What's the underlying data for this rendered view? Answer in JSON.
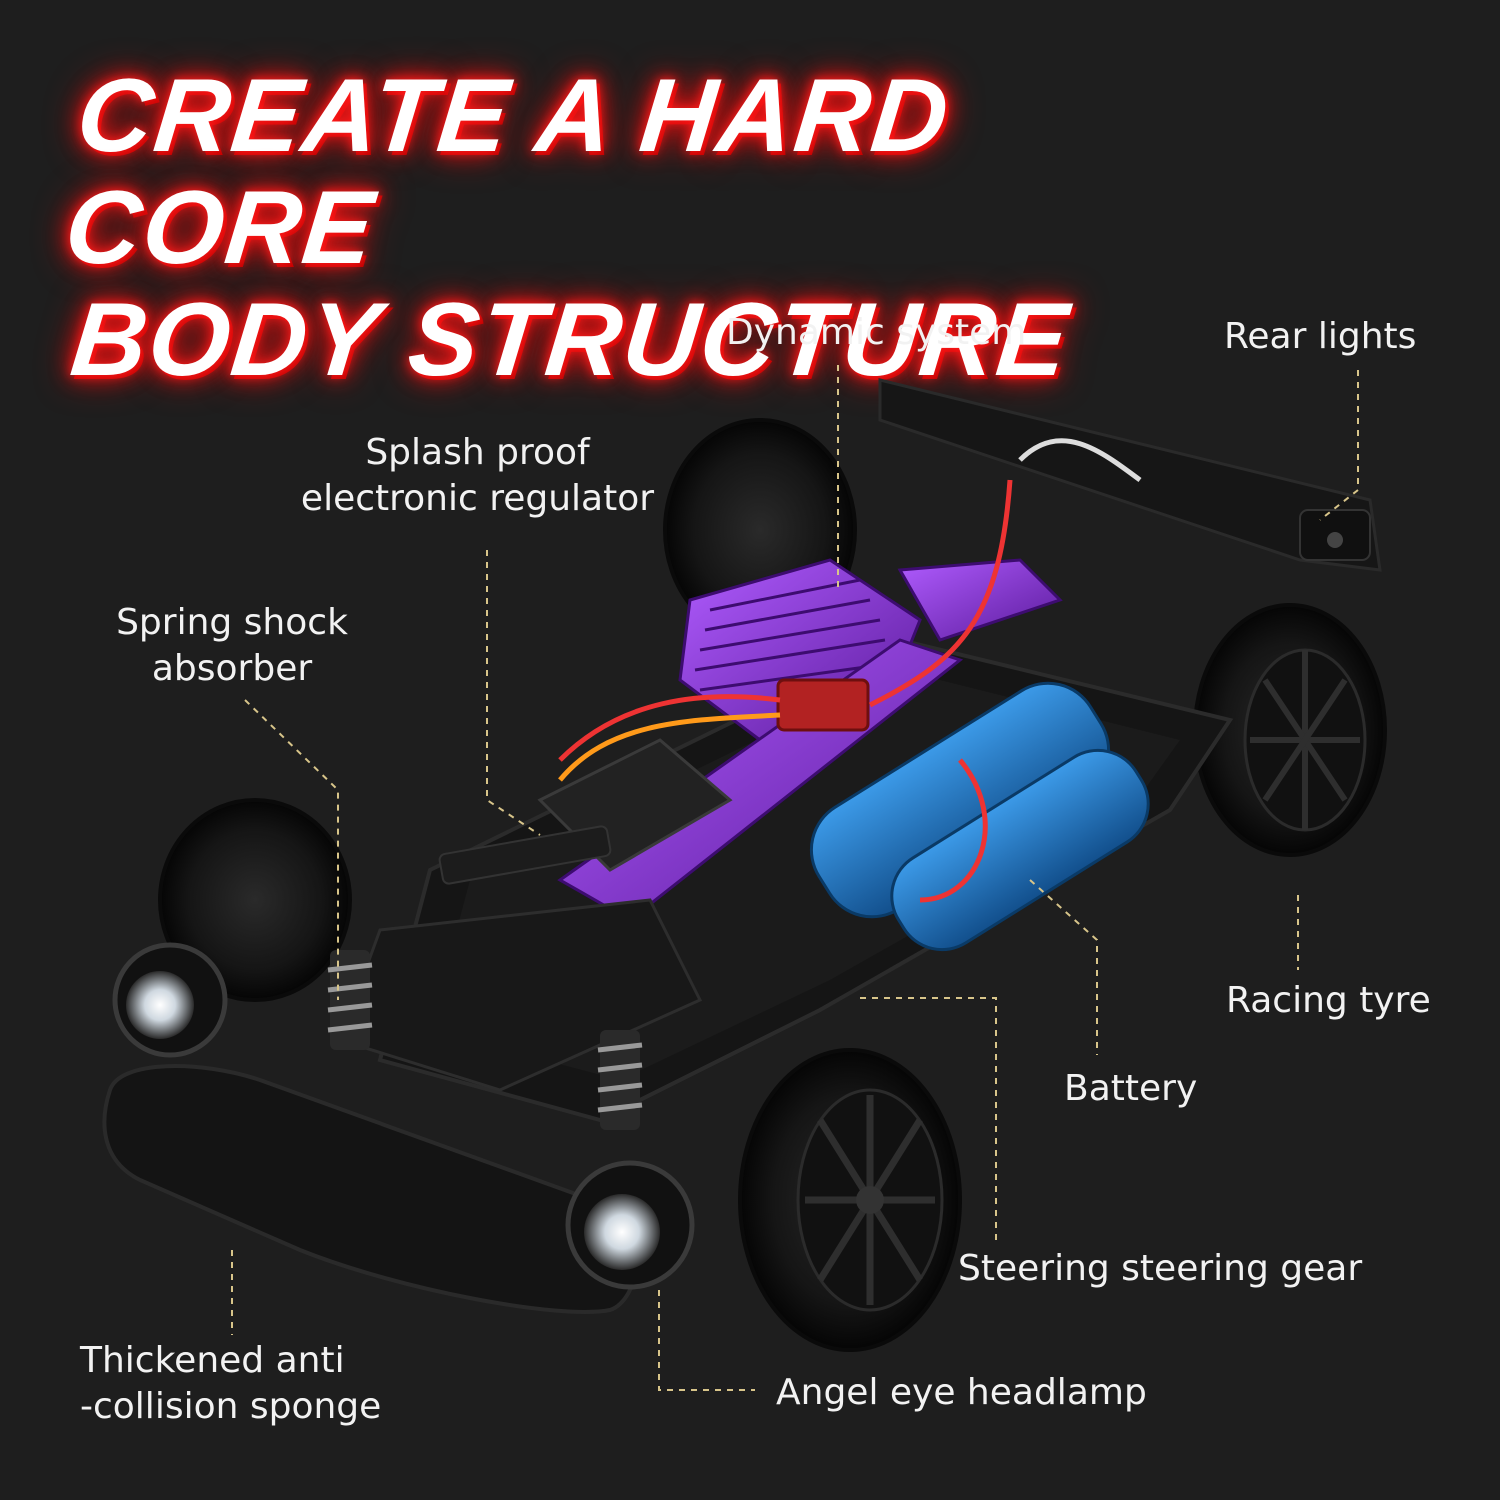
{
  "headline": {
    "line1": "CREATE A HARD CORE",
    "line2": "BODY STRUCTURE"
  },
  "labels": {
    "dynamic_system": "Dynamic system",
    "rear_lights": "Rear lights",
    "splash_proof_line1": "Splash proof",
    "splash_proof_line2": "electronic regulator",
    "spring_shock_line1": "Spring shock",
    "spring_shock_line2": "absorber",
    "racing_tyre": "Racing tyre",
    "battery": "Battery",
    "steering_gear": "Steering steering gear",
    "sponge_line1": "Thickened anti",
    "sponge_line2": "-collision sponge",
    "headlamp": "Angel eye headlamp"
  },
  "colors": {
    "background": "#1e1e1e",
    "headline_glow": "#ff1a1a",
    "leader_line": "#d8c58a",
    "label_text": "#f2f2f2",
    "chassis": "#141414",
    "heatsink": "#8a2be2",
    "battery": "#1e78c8",
    "tire": "#0d0d0d"
  }
}
